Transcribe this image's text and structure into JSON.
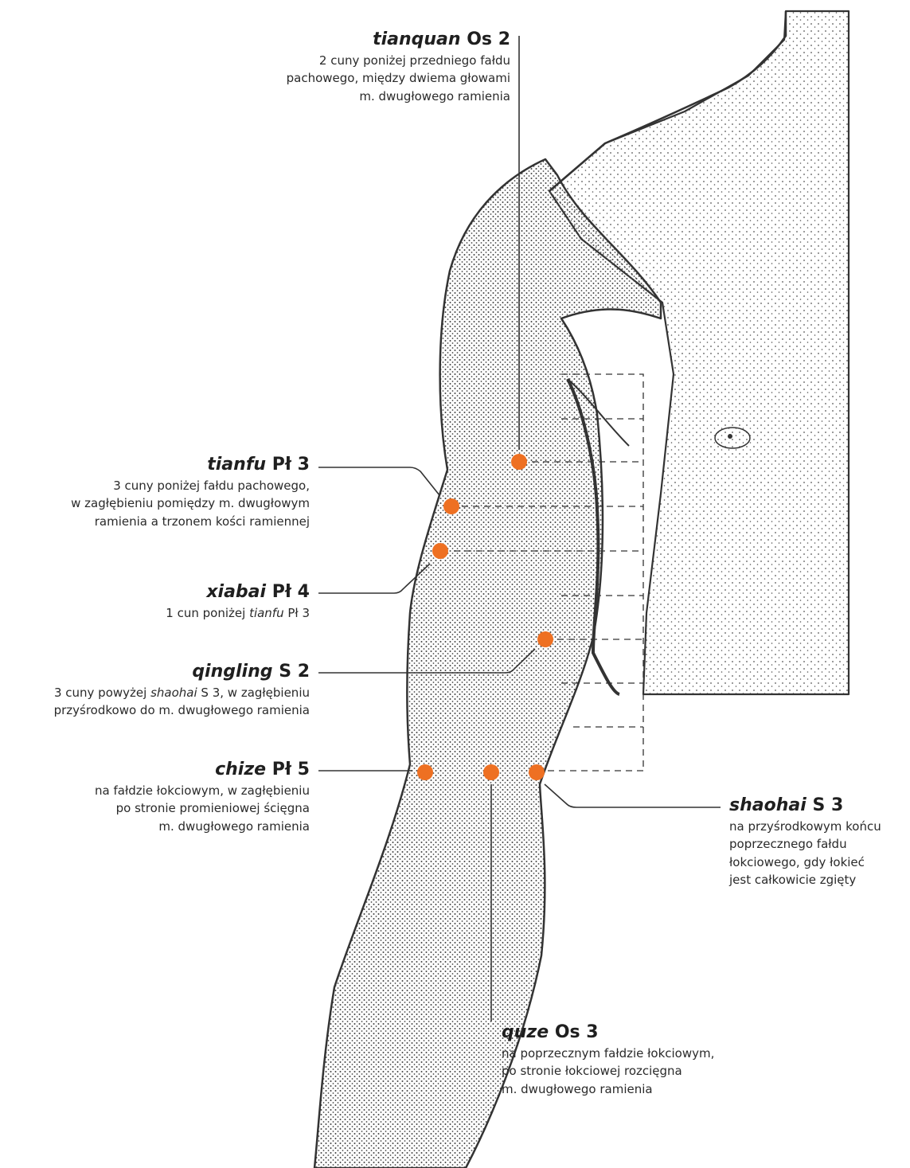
{
  "diagram": {
    "dot_color": "#EE7022",
    "line_color": "#333333",
    "points": [
      {
        "id": "tianquan",
        "name": "tianquan",
        "code": "Os 2",
        "desc_lines": [
          "2 cuny poniżej przedniego fałdu",
          "pachowego, między dwiema głowami",
          "m. dwugłowego ramienia"
        ]
      },
      {
        "id": "tianfu",
        "name": "tianfu",
        "code": "Pł 3",
        "desc_lines": [
          "3 cuny poniżej fałdu pachowego,",
          "w zagłębieniu pomiędzy m. dwugłowym",
          "ramienia a trzonem kości ramiennej"
        ]
      },
      {
        "id": "xiabai",
        "name": "xiabai",
        "code": "Pł 4",
        "desc_pre": "1 cun poniżej ",
        "desc_ital": "tianfu",
        "desc_post": " Pł 3"
      },
      {
        "id": "qingling",
        "name": "qingling",
        "code": "S 2",
        "desc_pre": "3 cuny powyżej ",
        "desc_ital": "shaohai",
        "desc_post": " S 3, w zagłębieniu",
        "desc_line2": "przyśrodkowo do m. dwugłowego ramienia"
      },
      {
        "id": "chize",
        "name": "chize",
        "code": "Pł 5",
        "desc_lines": [
          "na fałdzie łokciowym, w zagłębieniu",
          "po stronie promieniowej ścięgna",
          "m. dwugłowego ramienia"
        ]
      },
      {
        "id": "shaohai",
        "name": "shaohai",
        "code": "S 3",
        "desc_lines": [
          "na przyśrodkowym końcu",
          "poprzecznego fałdu",
          "łokciowego, gdy łokieć",
          "jest całkowicie zgięty"
        ]
      },
      {
        "id": "quze",
        "name": "quze",
        "code": "Os 3",
        "desc_lines": [
          "na poprzecznym fałdzie łokciowym,",
          "po stronie łokciowej rozcięgna",
          "m. dwugłowego ramienia"
        ]
      }
    ]
  }
}
